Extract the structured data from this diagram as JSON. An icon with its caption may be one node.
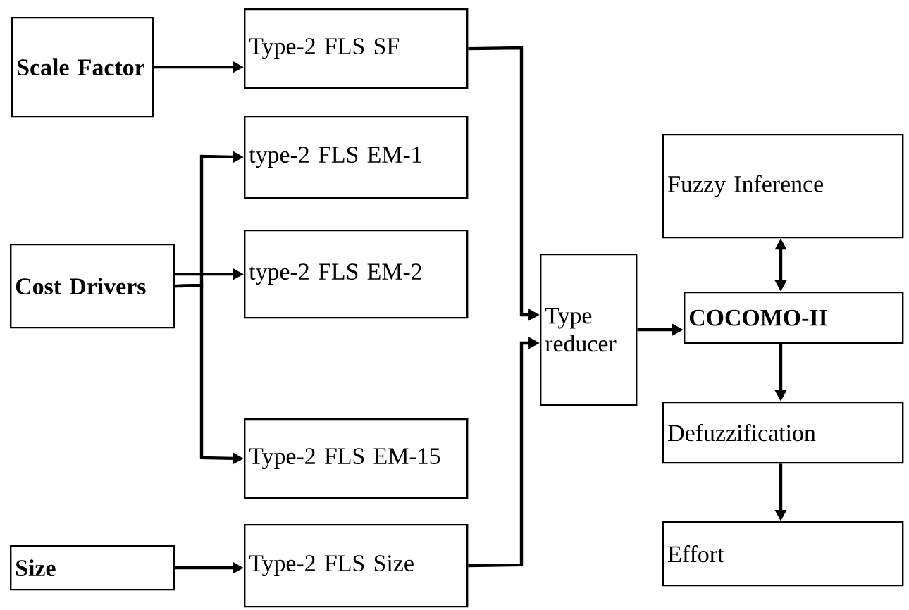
{
  "diagram": {
    "nodes": [
      {
        "text": [
          "Scale Factor"
        ]
      },
      {
        "text": [
          "Cost Drivers"
        ]
      },
      {
        "text": [
          "Size"
        ]
      },
      {
        "text": [
          "Type-2 FLS SF"
        ]
      },
      {
        "text": [
          "type-2 FLS EM-1"
        ]
      },
      {
        "text": [
          "type-2 FLS EM-2"
        ]
      },
      {
        "text": [
          "Type-2 FLS EM-15"
        ]
      },
      {
        "text": [
          "Type-2 FLS Size"
        ]
      },
      {
        "text": [
          "Type reducer"
        ]
      },
      {
        "text": [
          "Fuzzy Inference"
        ]
      },
      {
        "text": [
          "COCOMO-II"
        ]
      },
      {
        "text": [
          "Defuzzification"
        ]
      },
      {
        "text": [
          "Effort"
        ]
      }
    ],
    "edges": [
      {
        "from": 0,
        "to": 3,
        "arrow": "to"
      },
      {
        "from": 1,
        "to": 4,
        "arrow": "to"
      },
      {
        "from": 1,
        "to": 5,
        "arrow": "to"
      },
      {
        "from": 1,
        "to": 6,
        "arrow": "to"
      },
      {
        "from": 2,
        "to": 7,
        "arrow": "to"
      },
      {
        "from": 3,
        "to": 8,
        "arrow": "to"
      },
      {
        "from": 7,
        "to": 8,
        "arrow": "to"
      },
      {
        "from": 8,
        "to": 10,
        "arrow": "to"
      },
      {
        "from": 9,
        "to": 10,
        "arrow": "both"
      },
      {
        "from": 10,
        "to": 11,
        "arrow": "to"
      },
      {
        "from": 11,
        "to": 12,
        "arrow": "to"
      }
    ]
  }
}
